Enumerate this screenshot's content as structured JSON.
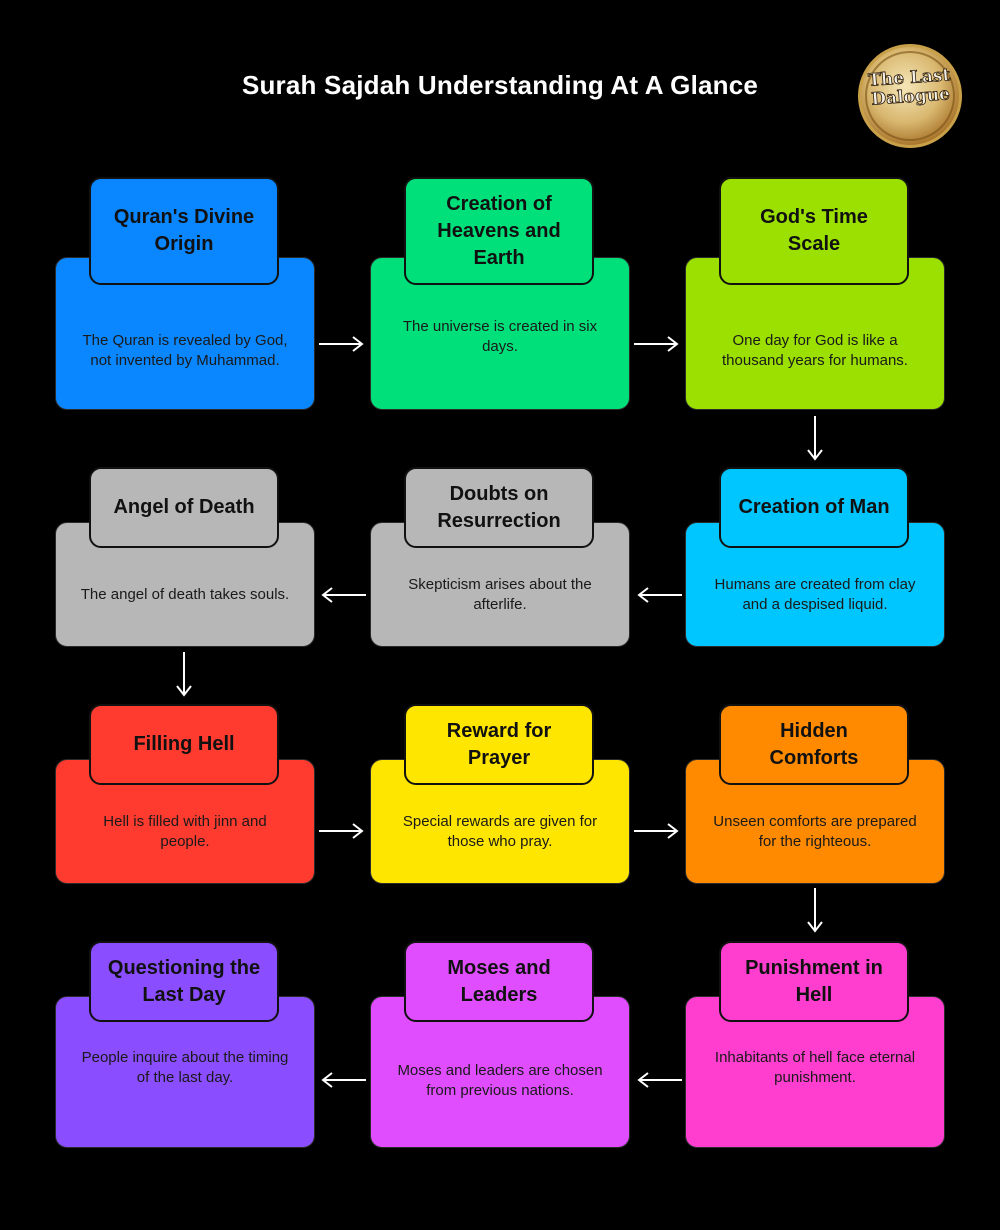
{
  "title": "Surah Sajdah Understanding At A Glance",
  "logo": {
    "text": "The Last Dalogue"
  },
  "colors": {
    "background": "#000000",
    "blue": "#0a86ff",
    "green": "#00e07a",
    "lime": "#9be000",
    "gray": "#b7b7b7",
    "cyan": "#00c6ff",
    "red": "#ff3b30",
    "yellow": "#ffe600",
    "orange": "#ff8a00",
    "purple": "#8a4dff",
    "magenta": "#e04dff",
    "pink": "#ff3ecf"
  },
  "cards": [
    {
      "id": "quran-divine-origin",
      "title": "Quran's Divine Origin",
      "description": "The Quran is revealed by God, not invented by Muhammad.",
      "color": "#0a86ff"
    },
    {
      "id": "creation-heavens-earth",
      "title": "Creation of Heavens and Earth",
      "description": "The universe is created in six days.",
      "color": "#00e07a"
    },
    {
      "id": "gods-time-scale",
      "title": "God's Time Scale",
      "description": "One day for God is like a thousand years for humans.",
      "color": "#9be000"
    },
    {
      "id": "angel-of-death",
      "title": "Angel of Death",
      "description": "The angel of death takes souls.",
      "color": "#b7b7b7"
    },
    {
      "id": "doubts-on-resurrection",
      "title": "Doubts on Resurrection",
      "description": "Skepticism arises about the afterlife.",
      "color": "#b7b7b7"
    },
    {
      "id": "creation-of-man",
      "title": "Creation of Man",
      "description": "Humans are created from clay and a despised liquid.",
      "color": "#00c6ff"
    },
    {
      "id": "filling-hell",
      "title": "Filling Hell",
      "description": "Hell is filled with jinn and people.",
      "color": "#ff3b30"
    },
    {
      "id": "reward-for-prayer",
      "title": "Reward for Prayer",
      "description": "Special rewards are given for those who pray.",
      "color": "#ffe600"
    },
    {
      "id": "hidden-comforts",
      "title": "Hidden Comforts",
      "description": "Unseen comforts are prepared for the righteous.",
      "color": "#ff8a00"
    },
    {
      "id": "questioning-last-day",
      "title": "Questioning the Last Day",
      "description": "People inquire about the timing of the last day.",
      "color": "#8a4dff"
    },
    {
      "id": "moses-and-leaders",
      "title": "Moses and Leaders",
      "description": "Moses and leaders are chosen from previous nations.",
      "color": "#e04dff"
    },
    {
      "id": "punishment-in-hell",
      "title": "Punishment in Hell",
      "description": "Inhabitants of hell face eternal punishment.",
      "color": "#ff3ecf"
    }
  ],
  "arrows": [
    {
      "from": "quran-divine-origin",
      "to": "creation-heavens-earth",
      "direction": "right"
    },
    {
      "from": "creation-heavens-earth",
      "to": "gods-time-scale",
      "direction": "right"
    },
    {
      "from": "gods-time-scale",
      "to": "creation-of-man",
      "direction": "down"
    },
    {
      "from": "creation-of-man",
      "to": "doubts-on-resurrection",
      "direction": "left"
    },
    {
      "from": "doubts-on-resurrection",
      "to": "angel-of-death",
      "direction": "left"
    },
    {
      "from": "angel-of-death",
      "to": "filling-hell",
      "direction": "down"
    },
    {
      "from": "filling-hell",
      "to": "reward-for-prayer",
      "direction": "right"
    },
    {
      "from": "reward-for-prayer",
      "to": "hidden-comforts",
      "direction": "right"
    },
    {
      "from": "hidden-comforts",
      "to": "punishment-in-hell",
      "direction": "down"
    },
    {
      "from": "punishment-in-hell",
      "to": "moses-and-leaders",
      "direction": "left"
    },
    {
      "from": "moses-and-leaders",
      "to": "questioning-last-day",
      "direction": "left"
    }
  ]
}
